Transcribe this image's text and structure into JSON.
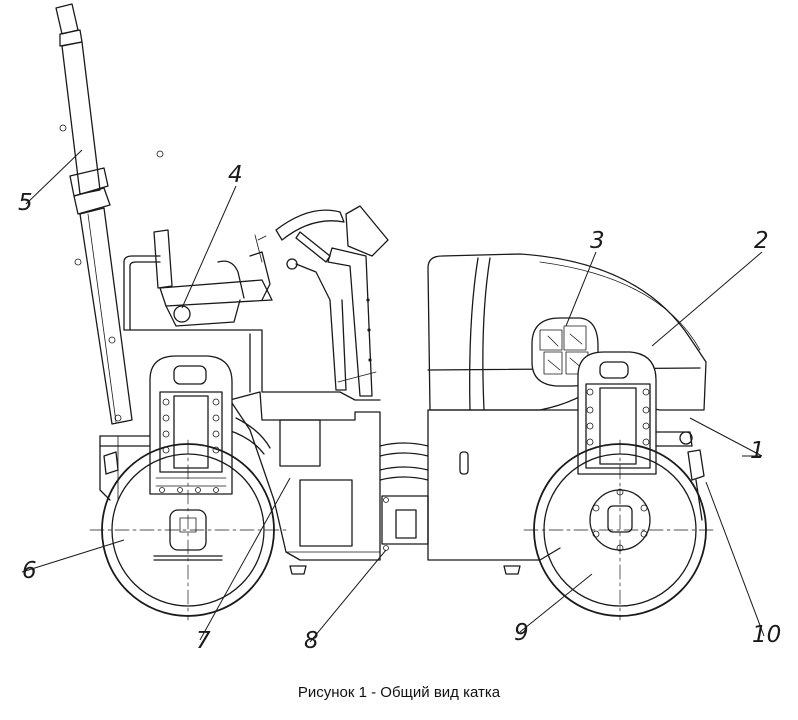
{
  "figure": {
    "caption": "Рисунок 1 - Общий вид катка"
  },
  "callouts": [
    {
      "id": "1",
      "label": "1"
    },
    {
      "id": "2",
      "label": "2"
    },
    {
      "id": "3",
      "label": "3"
    },
    {
      "id": "4",
      "label": "4"
    },
    {
      "id": "5",
      "label": "5"
    },
    {
      "id": "6",
      "label": "6"
    },
    {
      "id": "7",
      "label": "7"
    },
    {
      "id": "8",
      "label": "8"
    },
    {
      "id": "9",
      "label": "9"
    },
    {
      "id": "10",
      "label": "10"
    }
  ]
}
